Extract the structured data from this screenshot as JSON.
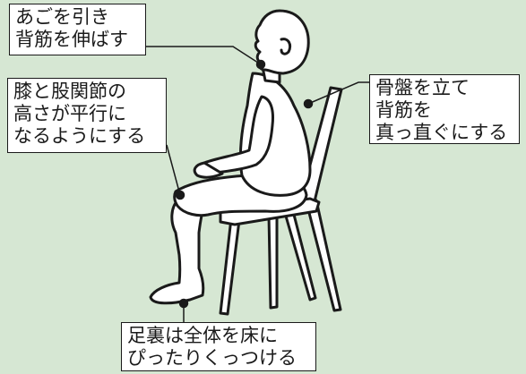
{
  "callouts": {
    "chin": {
      "lines": [
        "あごを引き",
        "背筋を伸ばす"
      ]
    },
    "knee": {
      "lines": [
        "膝と股関節の",
        "高さが平行に",
        "なるようにする"
      ]
    },
    "pelvis": {
      "lines": [
        "骨盤を立て",
        "背筋を",
        "真っ直ぐにする"
      ]
    },
    "feet": {
      "lines": [
        "足裏は全体を床に",
        "ぴったりくっつける"
      ]
    }
  },
  "colors": {
    "background": "#d6e7d3",
    "figure_fill": "#ffffff",
    "outline": "#1a1a1a",
    "callout_border": "#1a1a1a"
  },
  "icons": {
    "figure": "seated-person-illustration",
    "chair": "chair-illustration"
  }
}
